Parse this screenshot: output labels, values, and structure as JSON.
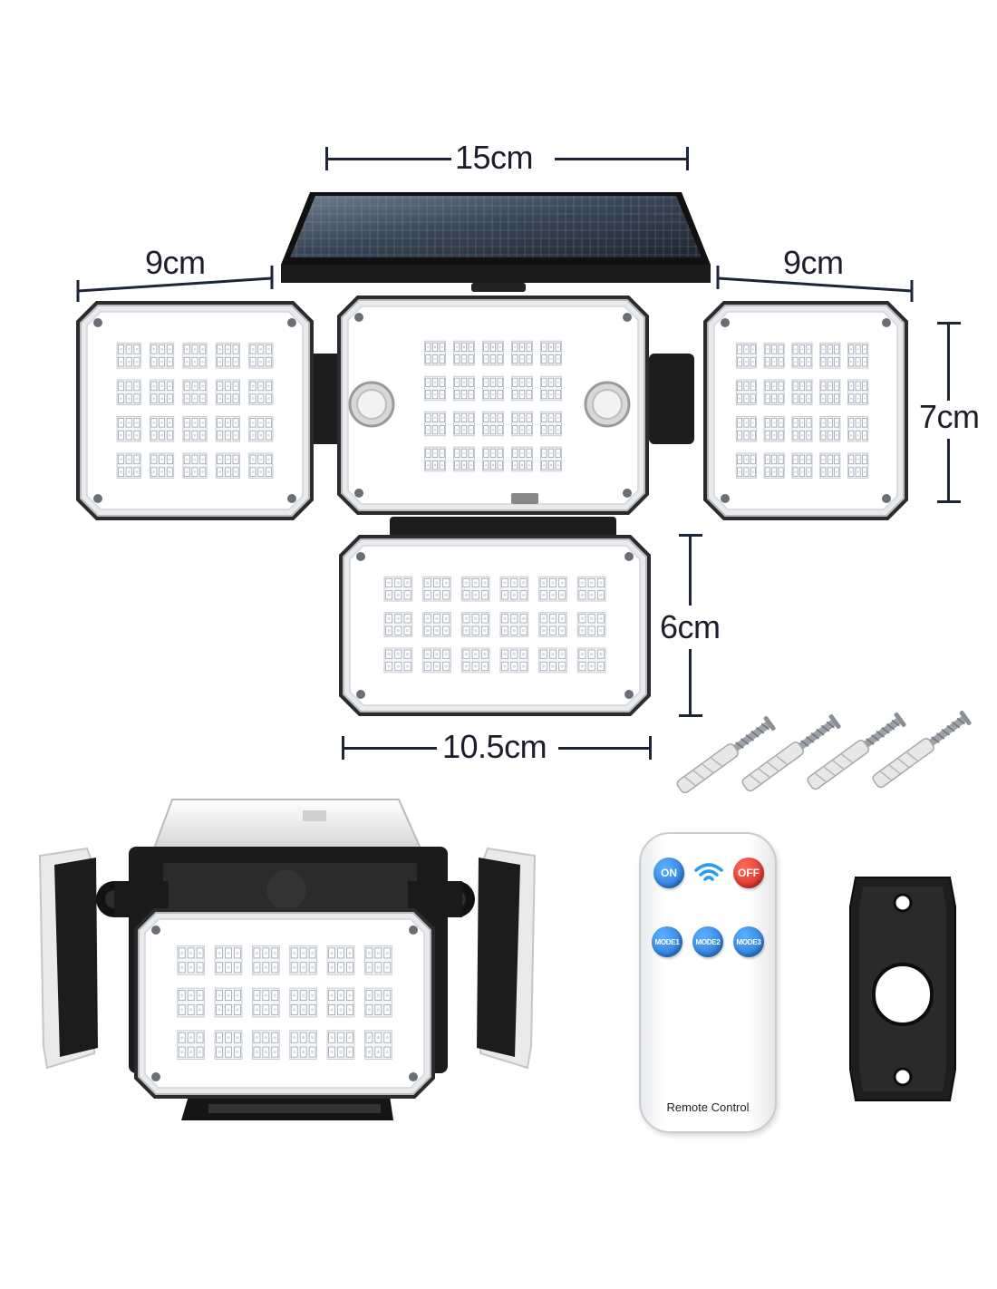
{
  "dimensions": {
    "top_width": "15cm",
    "left_width": "9cm",
    "right_width": "9cm",
    "right_height": "7cm",
    "bottom_height": "6cm",
    "bottom_width": "10.5cm"
  },
  "remote": {
    "label": "Remote Control",
    "buttons": {
      "on": "ON",
      "off": "OFF",
      "mode1": "MODE1",
      "mode2": "MODE2",
      "mode3": "MODE3"
    }
  },
  "colors": {
    "dimension_lines": "#1d2638",
    "remote_blue": "#1f6fd1",
    "remote_red": "#d5231a",
    "wifi_icon": "#2a9cf0"
  },
  "accessories": {
    "screw_anchor_count": 4
  }
}
